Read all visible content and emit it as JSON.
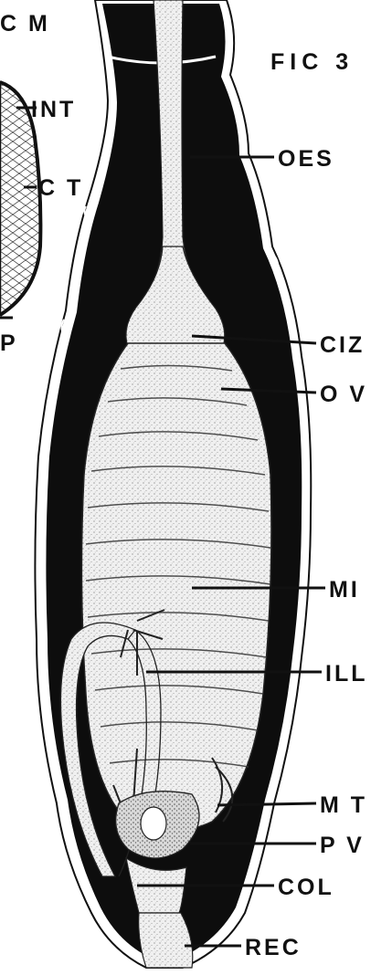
{
  "figure": {
    "title": "FIC 3",
    "inset": {
      "top_label": "C M",
      "labels": [
        "INT",
        "C T"
      ],
      "bottom_label": "P"
    },
    "labels": [
      "OES",
      "CIZ",
      "O V",
      "MI",
      "ILL",
      "M T",
      "P V",
      "COL",
      "REC"
    ]
  },
  "colors": {
    "ink": "#111111",
    "body_fill": "#0d0d0d",
    "gut_light": "#efefef",
    "gut_stipple": "#7a7a7a",
    "paper": "#ffffff"
  }
}
